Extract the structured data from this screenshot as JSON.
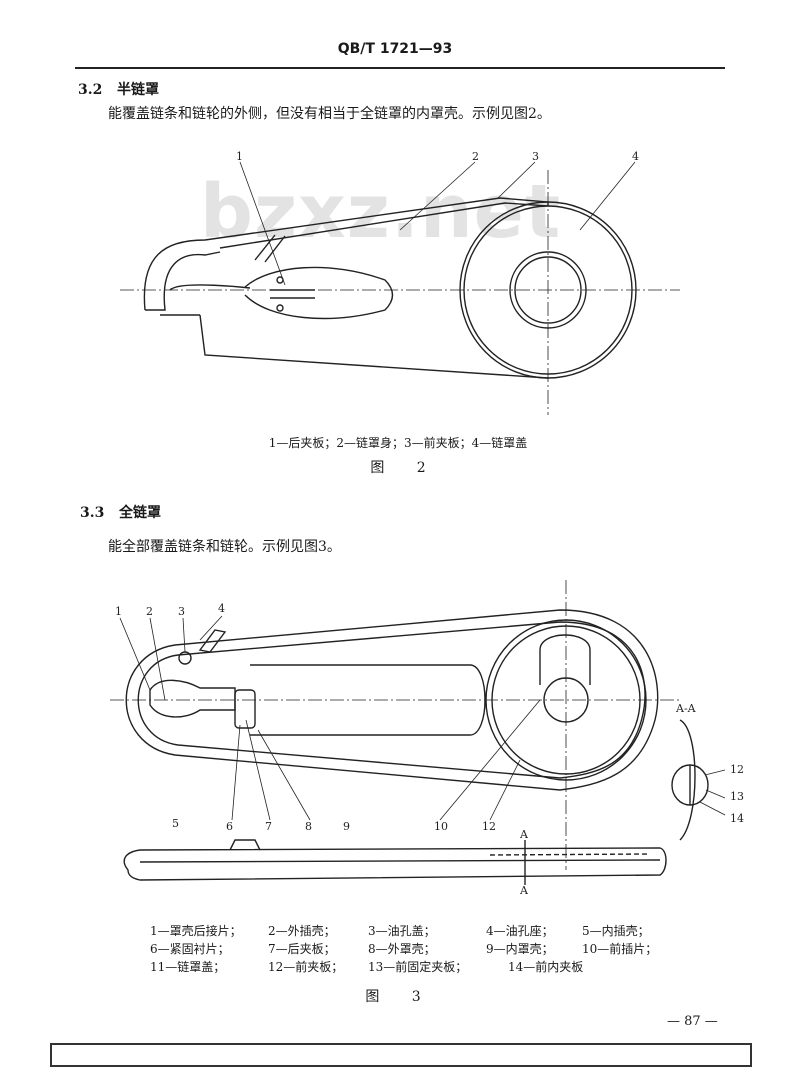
{
  "header": {
    "standard_code": "QB/T 1721—93"
  },
  "watermark": "bzxz.net",
  "section_3_2": {
    "number": "3.2",
    "title": "半链罩",
    "text": "能覆盖链条和链轮的外侧，但没有相当于全链罩的内罩壳。示例见图2。"
  },
  "figure_2": {
    "callouts": [
      "1",
      "2",
      "3",
      "4"
    ],
    "caption": "1—后夹板；2—链罩身；3—前夹板；4—链罩盖",
    "title": "图 2"
  },
  "section_3_3": {
    "number": "3.3",
    "title": "全链罩",
    "text": "能全部覆盖链条和链轮。示例见图3。"
  },
  "figure_3": {
    "callouts": [
      "1",
      "2",
      "3",
      "4",
      "5",
      "6",
      "7",
      "8",
      "9",
      "10",
      "12",
      "12",
      "13",
      "14"
    ],
    "section_label": "A-A",
    "cut_label": "A",
    "legend": [
      [
        "1—罩壳后接片；",
        "2—外插壳；",
        "3—油孔盖；",
        "4—油孔座；",
        "5—内插壳；"
      ],
      [
        "6—紧固衬片；",
        "7—后夹板；",
        "8—外罩壳；",
        "9—内罩壳；",
        "10—前插片；"
      ],
      [
        "11—链罩盖；",
        "12—前夹板；",
        "13—前固定夹板；",
        "14—前内夹板"
      ]
    ],
    "title": "图 3"
  },
  "page_number": "— 87 —"
}
